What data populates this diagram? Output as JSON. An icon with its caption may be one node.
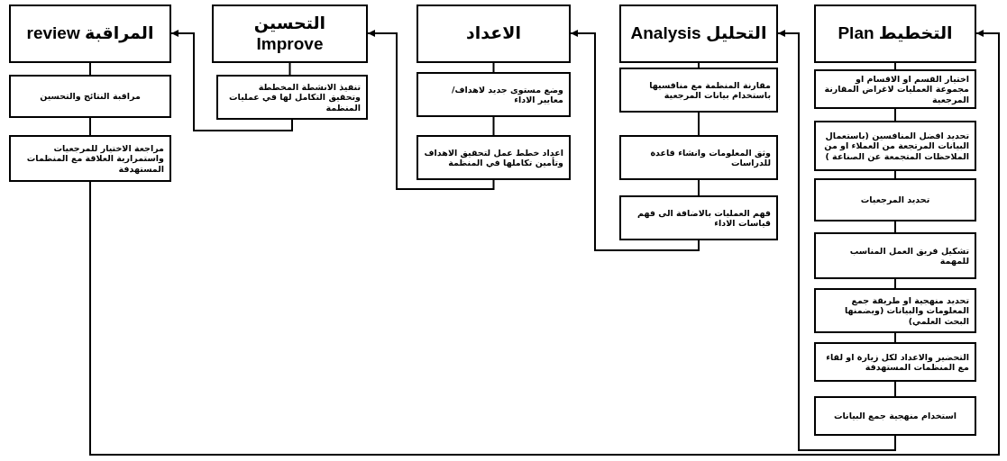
{
  "diagram": {
    "nodes": [
      {
        "text": [
          "التخطيط Plan"
        ]
      },
      {
        "text": [
          "اختيار القسم او الاقسام او مجموعة العمليات لاغراض المقارنة المرجعية"
        ]
      },
      {
        "text": [
          "تحديد افضل المنافسين (باستعمال البيانات المرتجعة من العملاء او من الملاحظات المتجمعة عن الصناعة )"
        ]
      },
      {
        "text": [
          "تحديد المرجعيات"
        ]
      },
      {
        "text": [
          "تشكيل فريق العمل المناسب للمهمة"
        ]
      },
      {
        "text": [
          "تحديد منهجية او طريقة جمع المعلومات والبيانات (ويضمنها البحث العلمي)"
        ]
      },
      {
        "text": [
          "التحضير والاعداد لكل زيارة او لقاء مع المنظمات المستهدفة"
        ]
      },
      {
        "text": [
          "استخدام منهجية جمع البيانات"
        ]
      },
      {
        "text": [
          "التحليل Analysis"
        ]
      },
      {
        "text": [
          "مقارنة المنظمة مع منافسيها باستخدام بيانات المرجعية"
        ]
      },
      {
        "text": [
          "وثق المعلومات وانشاء قاعدة للدراسات"
        ]
      },
      {
        "text": [
          "فهم العمليات بالاضافة الى فهم قياسات الاداء"
        ]
      },
      {
        "text": [
          "الاعداد"
        ]
      },
      {
        "text": [
          "وضع مستوى جديد لاهداف/ معايير الاداء"
        ]
      },
      {
        "text": [
          "اعداد خطط عمل لتحقيق الاهداف وتأمين تكاملها في المنظمة"
        ]
      },
      {
        "text": [
          "التحسين Improve"
        ]
      },
      {
        "text": [
          "تنفيذ الانشطة المخططة وتحقيق التكامل لها في عمليات المنظمة"
        ]
      },
      {
        "text": [
          "المراقبة review"
        ]
      },
      {
        "text": [
          "مراقبة النتائج والتحسين"
        ]
      },
      {
        "text": [
          "مراجعة الاختيار للمرجعيات واستمرارية العلاقة مع المنظمات المستهدفة"
        ]
      }
    ],
    "edges": [
      {
        "from": 0,
        "to": 1,
        "arrow": "none"
      },
      {
        "from": 1,
        "to": 2,
        "arrow": "none"
      },
      {
        "from": 2,
        "to": 3,
        "arrow": "none"
      },
      {
        "from": 3,
        "to": 4,
        "arrow": "none"
      },
      {
        "from": 4,
        "to": 5,
        "arrow": "none"
      },
      {
        "from": 5,
        "to": 6,
        "arrow": "none"
      },
      {
        "from": 6,
        "to": 7,
        "arrow": "none"
      },
      {
        "from": 7,
        "to": 8,
        "arrow": "to"
      },
      {
        "from": 8,
        "to": 9,
        "arrow": "none"
      },
      {
        "from": 9,
        "to": 10,
        "arrow": "none"
      },
      {
        "from": 10,
        "to": 11,
        "arrow": "none"
      },
      {
        "from": 11,
        "to": 12,
        "arrow": "to"
      },
      {
        "from": 12,
        "to": 13,
        "arrow": "none"
      },
      {
        "from": 13,
        "to": 14,
        "arrow": "none"
      },
      {
        "from": 14,
        "to": 15,
        "arrow": "to"
      },
      {
        "from": 15,
        "to": 16,
        "arrow": "none"
      },
      {
        "from": 16,
        "to": 17,
        "arrow": "to"
      },
      {
        "from": 17,
        "to": 18,
        "arrow": "none"
      },
      {
        "from": 18,
        "to": 19,
        "arrow": "none"
      },
      {
        "from": 19,
        "to": 0,
        "arrow": "to"
      }
    ]
  }
}
